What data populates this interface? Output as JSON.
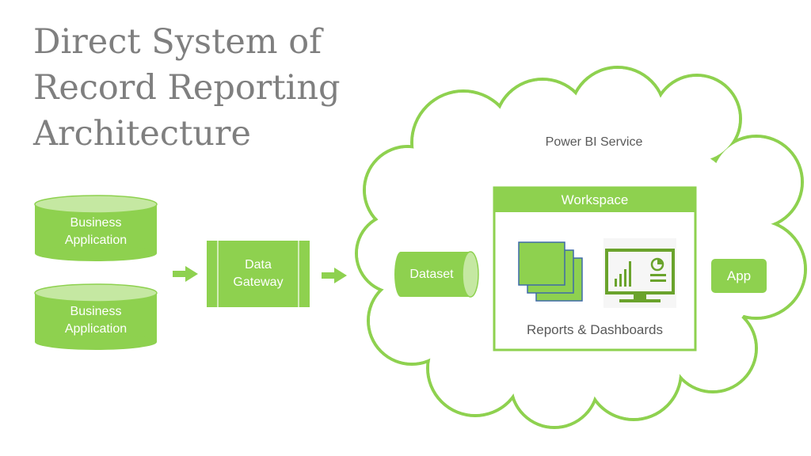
{
  "title": {
    "line1": "Direct System of",
    "line2": "Record Reporting",
    "line3": "Architecture"
  },
  "sources": [
    {
      "line1": "Business",
      "line2": "Application"
    },
    {
      "line1": "Business",
      "line2": "Application"
    }
  ],
  "gateway": {
    "line1": "Data",
    "line2": "Gateway"
  },
  "cloud": {
    "label": "Power BI Service"
  },
  "dataset": {
    "label": "Dataset"
  },
  "workspace": {
    "header": "Workspace",
    "caption": "Reports & Dashboards",
    "icons": [
      "reports-stack-icon",
      "dashboard-chart-icon"
    ]
  },
  "app": {
    "label": "App"
  },
  "colors": {
    "accent": "#8ed14f",
    "accent_light": "#c5e8a2",
    "accent_dark": "#6aa32c",
    "report_border": "#3e6aa8",
    "title": "#7f7f7f",
    "text_dark": "#595959"
  }
}
